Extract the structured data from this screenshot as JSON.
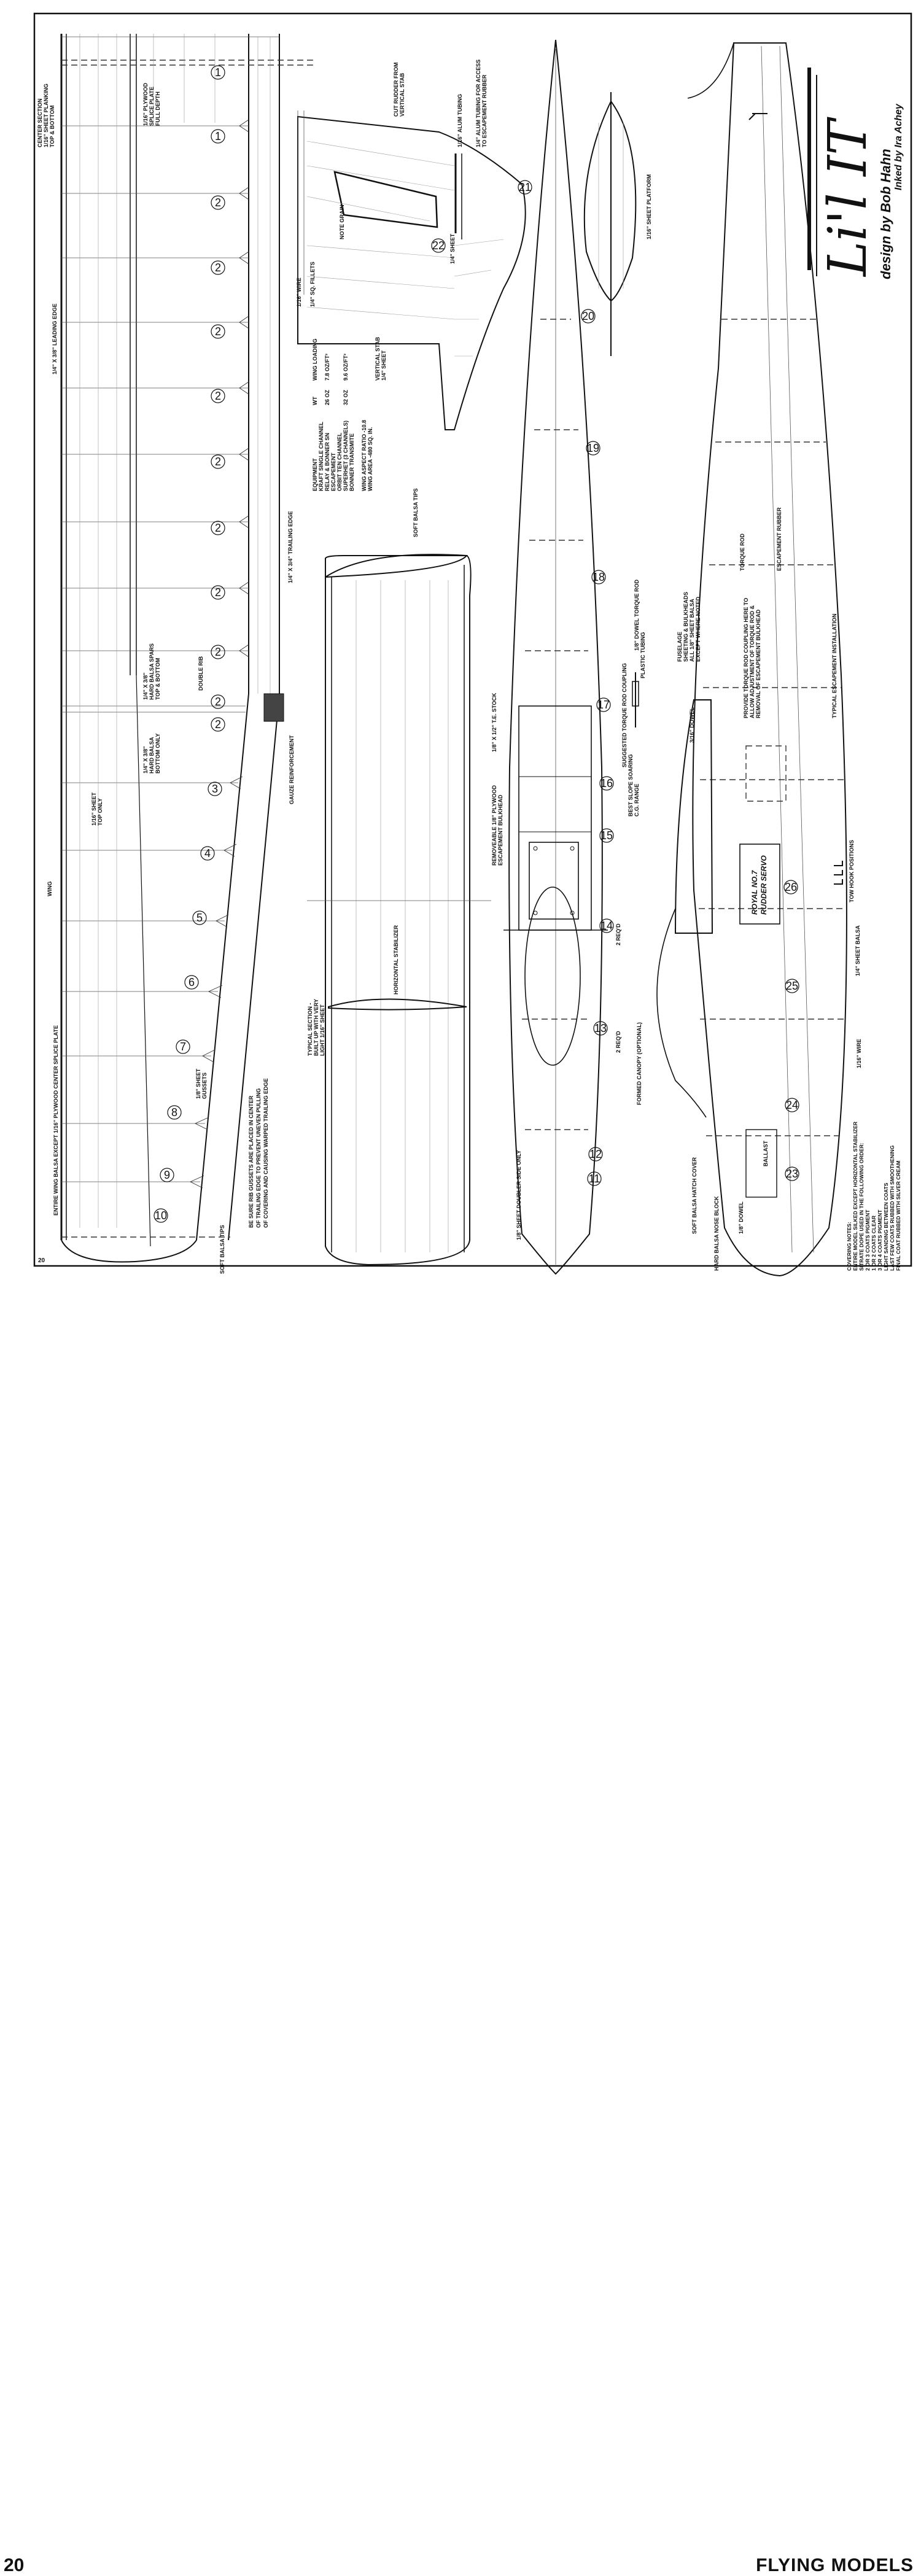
{
  "page": {
    "number": "20",
    "small_number": "20",
    "magazine": "FLYING MODELS"
  },
  "title": {
    "name": "Li'l IT",
    "designer": "design by Bob Hahn",
    "inker": "Inked by Ira Achey"
  },
  "wing": {
    "label_wing": "WING",
    "label_material": "ENTIRE WING BALSA EXCEPT 1/16\" PLYWOOD CENTER SPLICE PLATE",
    "center_section": "CENTER SECTION",
    "center_planking": "1/16\" SHEET PLANKING",
    "center_top_bottom": "TOP & BOTTOM",
    "splice_plate_1": "1/16\" PLYWOOD",
    "splice_plate_2": "SPLICE PLATE",
    "splice_plate_3": "FULL DEPTH",
    "leading_edge": "1/4\" X 3/8\" LEADING EDGE",
    "trailing_edge": "1/4\" X 3/4\" TRAILING EDGE",
    "spars_1": "1/4\" X 3/8\"",
    "spars_2": "HARD BALSA SPARS",
    "spars_3": "TOP & BOTTOM",
    "double_rib": "DOUBLE RIB",
    "bottom_spar_1": "1/4\" X 3/8\"",
    "bottom_spar_2": "HARD BALSA",
    "bottom_spar_3": "BOTTOM ONLY",
    "sheet_top_1": "1/16\" SHEET",
    "sheet_top_2": "TOP ONLY",
    "gussets_1": "1/8\" SHEET",
    "gussets_2": "GUSSETS",
    "gauze": "GAUZE REINFORCEMENT",
    "soft_tips": "SOFT BALSA TIPS",
    "note_1": "BE SURE RIB GUSSETS ARE PLACED IN CENTER",
    "note_2": "OF TRAILING EDGE TO PREVENT UNEVEN PULLING",
    "note_3": "OF COVERING AND CAUSING WARPED TRAILING EDGE",
    "rib_numbers": [
      "1",
      "1",
      "2",
      "2",
      "2",
      "2",
      "2",
      "2",
      "2",
      "2",
      "2",
      "2",
      "3",
      "4",
      "5",
      "6",
      "7",
      "8",
      "9",
      "10"
    ]
  },
  "fin": {
    "cut_rudder_1": "CUT RUDDER FROM",
    "cut_rudder_2": "VERTICAL STAB",
    "alum_tubing_1": "1/16\" ALUM TUBING",
    "alum_tubing_2": "1/4\" ALUM TUBING FOR ACCESS",
    "alum_tubing_3": "TO ESCAPEMENT RUBBER",
    "note_grain": "NOTE GRAIN",
    "wire": "1/16\" WIRE",
    "fillets": "1/4\" SQ. FILLETS",
    "sheet": "1/4\" SHEET",
    "vertical_stab_1": "VERTICAL STAB",
    "vertical_stab_2": "1/4\" SHEET",
    "part_number": "22"
  },
  "specs": {
    "head_wt": "WT",
    "head_loading": "WING LOADING",
    "equipment": "EQUIPMENT",
    "row1": "KRAFT SINGLE CHANNEL",
    "row2": "RELAY & BONNER SN",
    "row2_wt": "26 OZ",
    "row2_ld": "7.8 OZ/FT²",
    "row3": "ESCAPEMENT",
    "row4": "ORBIT TEN CHANNEL",
    "row5": "SUPERHET (3 CHANNELS)",
    "row5_wt": "32 OZ",
    "row5_ld": "9.6 OZ/FT²",
    "row6": "BONNER TRANSMITE",
    "aspect": "WING ASPECT RATIO -10.8",
    "area": "WING AREA -480 SQ. IN."
  },
  "stab": {
    "soft_tips": "SOFT BALSA TIPS",
    "name": "HORIZONTAL STABILIZER",
    "section_1": "TYPICAL SECTION -",
    "section_2": "BUILT UP WITH VERY",
    "section_3": "LIGHT 1/16\" SHEET"
  },
  "fuselage_top": {
    "numbers": [
      "21",
      "20",
      "19",
      "18",
      "17",
      "16",
      "15",
      "14",
      "13",
      "12",
      "11"
    ],
    "te_stock": "1/8\" X 1/2\" T.E. STOCK",
    "bulkhead_1": "REMOVEABLE 1/8\" PLYWOOD",
    "bulkhead_2": "ESCAPEMENT BULKHEAD",
    "req_2": "2 REQ'D",
    "req_2b": "2 REQ'D",
    "doubler": "1/8\" SHEET DOUBLER SIDE ONLY",
    "canopy": "FORMED CANOPY (OPTIONAL)",
    "coupling": "SUGGESTED TORQUE ROD COUPLING",
    "dowel_rod": "1/8\" DOWEL TORQUE ROD",
    "plastic_tubing": "PLASTIC TUBING"
  },
  "platform": {
    "label": "1/16\" SHEET PLATFORM"
  },
  "fuselage_side": {
    "numbers": [
      "26",
      "25",
      "24",
      "23"
    ],
    "fuse_note_1": "FUSELAGE",
    "fuse_note_2": "SHEETING & BULKHEADS",
    "fuse_note_3": "ALL 1/8\" SHEET BALSA",
    "fuse_note_4": "EXCEPT WHERE NOTED",
    "provide_1": "PROVIDE TORQUE ROD COUPLING HERE TO",
    "provide_2": "ALLOW ADJUSTMENT OF TORQUE ROD &",
    "provide_3": "REMOVAL OF ESCAPEMENT BULKHEAD",
    "torque_rod": "TORQUE ROD",
    "escapement_rubber": "ESCAPEMENT RUBBER",
    "typical_escapement": "TYPICAL ESCAPEMENT INSTALLATION",
    "dowel": "3/16\" DOWEL",
    "cg_1": "BEST SLOPE SOARING",
    "cg_2": "C.G. RANGE",
    "servo_1": "ROYAL   NO.7",
    "servo_2": "RUDDER SERVO",
    "tow_hooks": "TOW HOOK POSITIONS",
    "sheet_balsa": "1/4\" SHEET BALSA",
    "wire": "1/16\" WIRE",
    "ballast": "BALLAST",
    "dowel_b": "1/8\" DOWEL",
    "hatch": "SOFT BALSA HATCH COVER",
    "nose_block": "HARD BALSA NOSE BLOCK"
  },
  "covering": {
    "title": "COVERING NOTES:",
    "l1": "ENTIRE MODEL SILKED EXCEPT HORIZONTAL STABILIZER",
    "l2": "SITRATE DOPE USED IN THE FOLLOWING ORDER:",
    "l3": "2 OR 3 COATS PIGMENT",
    "l4": "1 OR 2 COATS CLEAR",
    "l5": "3 OR 4 COATS PIGMENT",
    "l6": "LIGHT SANDING BETWEEN COATS",
    "l7": "LAST FEW COATS RUBBED WITH SMOOTHENING",
    "l8": "FINAL COAT RUBBED WITH SILVER CREAM"
  }
}
